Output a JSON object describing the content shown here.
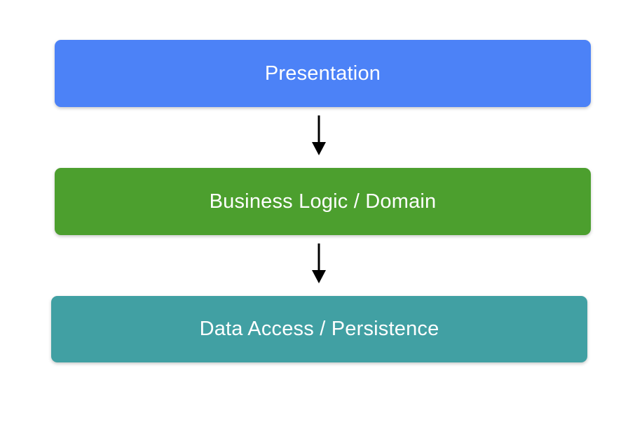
{
  "diagram": {
    "type": "layered-architecture-flowchart",
    "background_color": "#ffffff",
    "orientation": "vertical-top-to-bottom",
    "layers": [
      {
        "id": "presentation",
        "label": "Presentation",
        "fill_color": "#4c82f7",
        "text_color": "#ffffff",
        "order": 1
      },
      {
        "id": "business-logic",
        "label": "Business Logic / Domain",
        "fill_color": "#4c9f2e",
        "text_color": "#ffffff",
        "order": 2
      },
      {
        "id": "data-access",
        "label": "Data Access / Persistence",
        "fill_color": "#41a0a3",
        "text_color": "#ffffff",
        "order": 3
      }
    ],
    "connectors": [
      {
        "id": "presentation-to-business",
        "from": "presentation",
        "to": "business-logic",
        "style": "solid-arrow",
        "color": "#000000"
      },
      {
        "id": "business-to-data",
        "from": "business-logic",
        "to": "data-access",
        "style": "solid-arrow",
        "color": "#000000"
      }
    ]
  }
}
